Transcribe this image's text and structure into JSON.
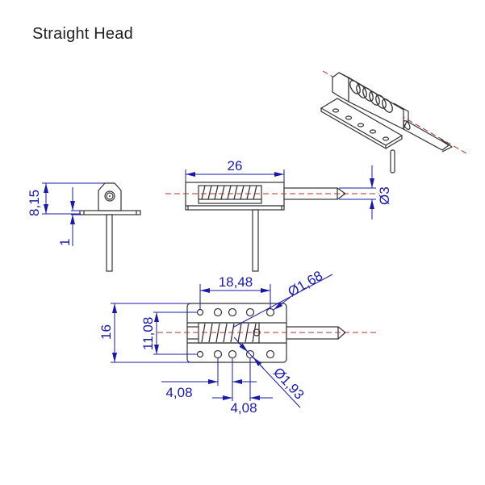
{
  "title": "Straight Head",
  "colors": {
    "part_outline": "#333333",
    "dimension": "#1a1aa6",
    "centerline": "#b03030",
    "background": "#ffffff"
  },
  "views": {
    "isometric": {
      "label": "isometric-view"
    },
    "side": {
      "label": "side-view",
      "dimensions": {
        "height": "8,15",
        "plate_thickness": "1"
      }
    },
    "front": {
      "label": "front-view",
      "dimensions": {
        "body_length": "26",
        "pin_diameter": "Ø3"
      }
    },
    "top": {
      "label": "top-view",
      "dimensions": {
        "hole_span": "18,48",
        "small_hole_diameter": "Ø1,68",
        "overall_width": "16",
        "hole_row_spacing": "11,08",
        "large_hole_diameter": "Ø1,93",
        "hole_pitch_1": "4,08",
        "hole_pitch_2": "4,08"
      }
    }
  }
}
